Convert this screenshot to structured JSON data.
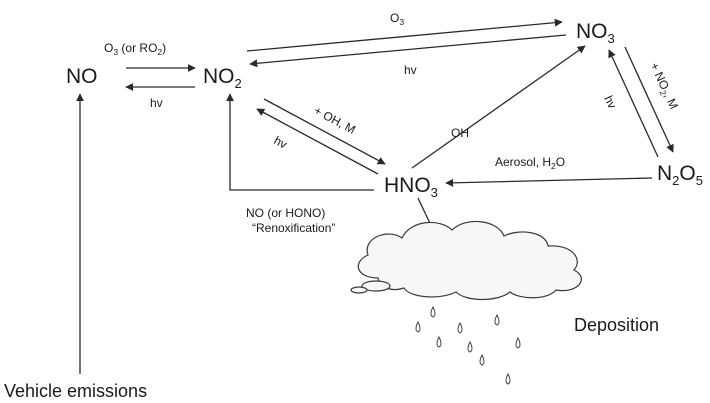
{
  "nodes": {
    "no": {
      "label": "NO"
    },
    "no2": {
      "base": "NO",
      "sub": "2"
    },
    "no3": {
      "base": "NO",
      "sub": "3"
    },
    "hno3": {
      "base": "HNO",
      "sub": "3"
    },
    "n2o5": {
      "a": "N",
      "a_sub": "2",
      "b": "O",
      "b_sub": "5"
    }
  },
  "labels": {
    "o3_or_ro2": {
      "p1": "O",
      "s1": "3",
      "p2": " (or RO",
      "s2": "2",
      "p3": ")"
    },
    "hv_no": "hv",
    "o3_top": {
      "p1": "O",
      "s1": "3"
    },
    "hv_top": "hv",
    "oh_m": "+ OH, M",
    "hv_diag": "hv",
    "oh": "OH",
    "no2_m": {
      "p1": "+ NO",
      "s1": "2",
      "p2": ", M"
    },
    "hv_right": "hv",
    "aerosol": {
      "p1": "Aerosol, H",
      "s1": "2",
      "p2": "O"
    },
    "renox_line1": "NO (or HONO)",
    "renox_line2": "“Renoxification”",
    "deposition": "Deposition",
    "vehicle": "Vehicle emissions"
  },
  "colors": {
    "ink": "#1a1a1a",
    "cloud_fill": "#f7f7f7"
  }
}
